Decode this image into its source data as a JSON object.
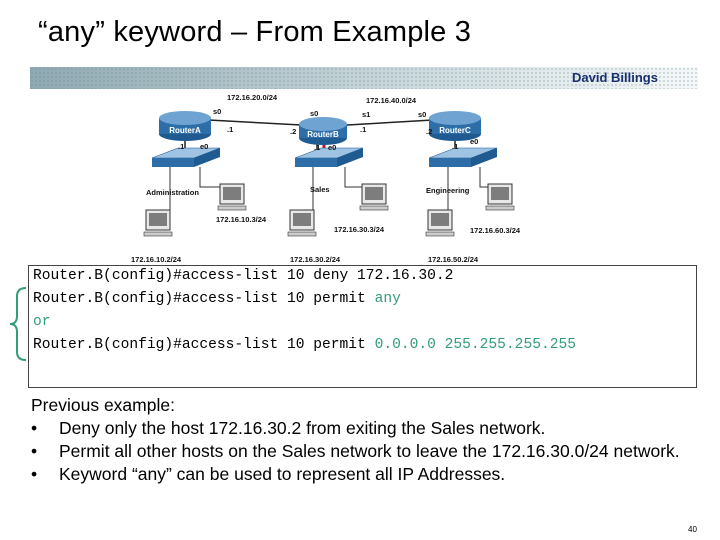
{
  "slide": {
    "title": "“any” keyword – From Example 3",
    "author": "David Billings",
    "page_number": "40"
  },
  "diagram": {
    "routers": [
      "RouterA",
      "RouterB",
      "RouterC"
    ],
    "network_labels": {
      "net_20": "172.16.20.0/24",
      "net_40": "172.16.40.0/24",
      "host_10_3": "172.16.10.3/24",
      "host_10_2": "172.16.10.2/24",
      "host_30_3": "172.16.30.3/24",
      "host_30_2": "172.16.30.2/24",
      "host_60_3": "172.16.60.3/24",
      "host_50_2": "172.16.50.2/24"
    },
    "interfaces": {
      "a_s0": "s0",
      "a_1": ".1",
      "a_e0": "e0",
      "a_e0_1": ".1",
      "b_s0": "s0",
      "b_2": ".2",
      "b_s1": "s1",
      "b_1": ".1",
      "b_e0": "e0",
      "b_e0_1": ".1",
      "c_s0": "s0",
      "c_2": ".2",
      "c_e0": "e0",
      "c_e0_1": ".1"
    },
    "lan_names": [
      "Administration",
      "Sales",
      "Engineering"
    ]
  },
  "code": {
    "line1": "Router.B(config)#access-list 10 deny 172.16.30.2",
    "line2_prefix": "Router.B(config)#access-list 10 permit ",
    "line2_keyword": "any",
    "line3": "or",
    "line4_prefix": "Router.B(config)#access-list 10 permit ",
    "line4_keyword": "0.0.0.0 255.255.255.255"
  },
  "notes": {
    "heading": "Previous example:",
    "bullets": [
      "Deny only the host 172.16.30.2 from exiting the Sales network.",
      "Permit all other hosts on the Sales network to leave the 172.16.30.0/24 network.",
      "Keyword “any” can be used to represent all IP Addresses."
    ]
  },
  "colors": {
    "keyword_highlight": "#339c7b",
    "router_blue": "#2d6ea8",
    "author_text": "#1a2f6e"
  }
}
